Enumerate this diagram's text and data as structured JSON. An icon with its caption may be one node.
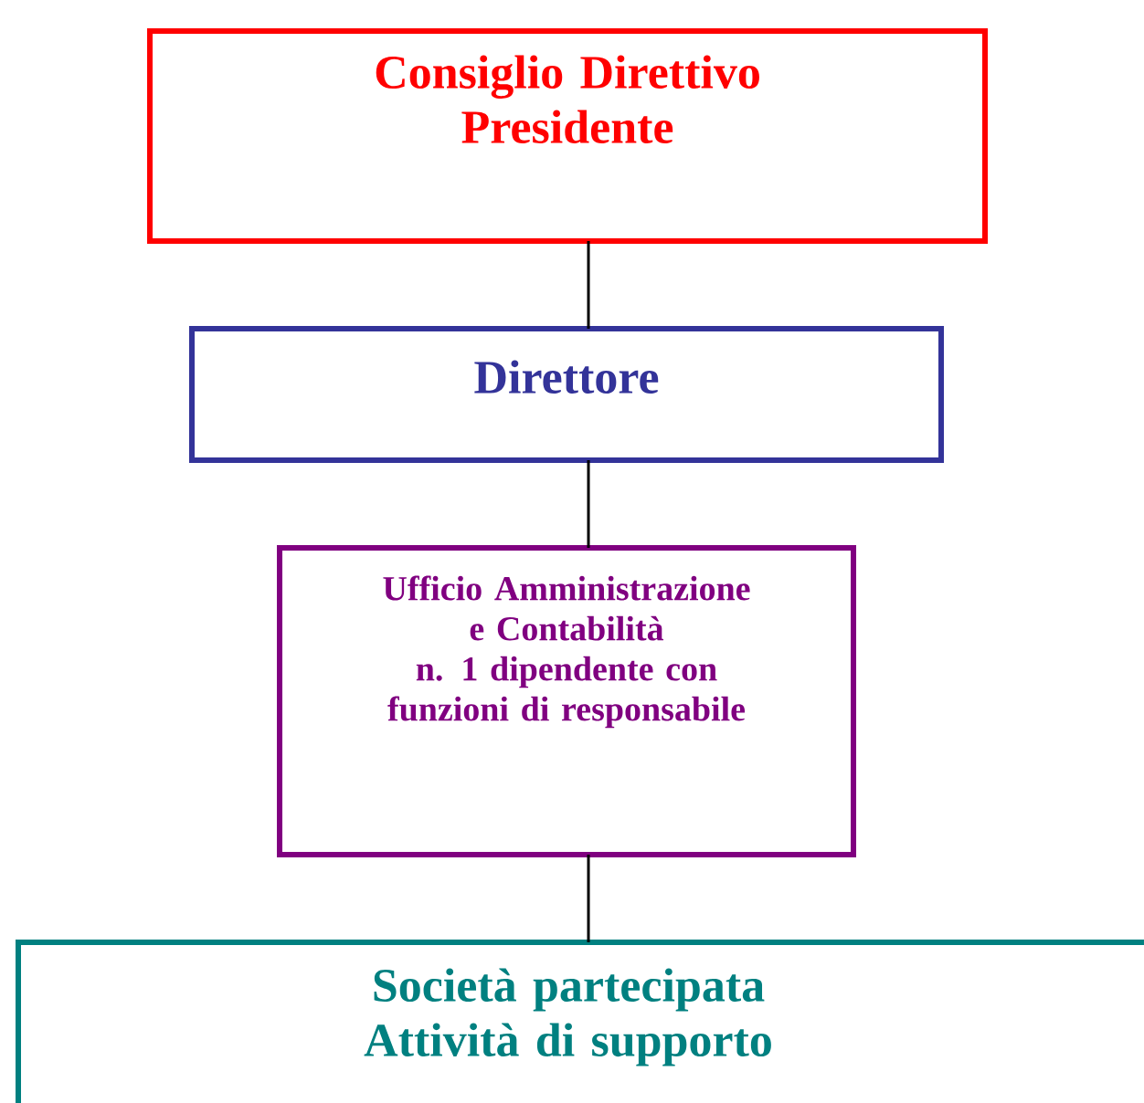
{
  "diagram": {
    "nodes": [
      {
        "text": [
          "Consiglio Direttivo",
          "Presidente"
        ]
      },
      {
        "text": [
          "Direttore"
        ]
      },
      {
        "text": [
          "Ufficio Amministrazione e Contabilità",
          "n. 1 dipendente con funzioni di responsabile"
        ]
      },
      {
        "text": [
          "Società partecipata",
          "Attività di supporto"
        ]
      }
    ],
    "edges": [
      {
        "from": 0,
        "to": 1,
        "arrow": "none"
      },
      {
        "from": 1,
        "to": 2,
        "arrow": "none"
      },
      {
        "from": 2,
        "to": 3,
        "arrow": "none"
      }
    ]
  }
}
